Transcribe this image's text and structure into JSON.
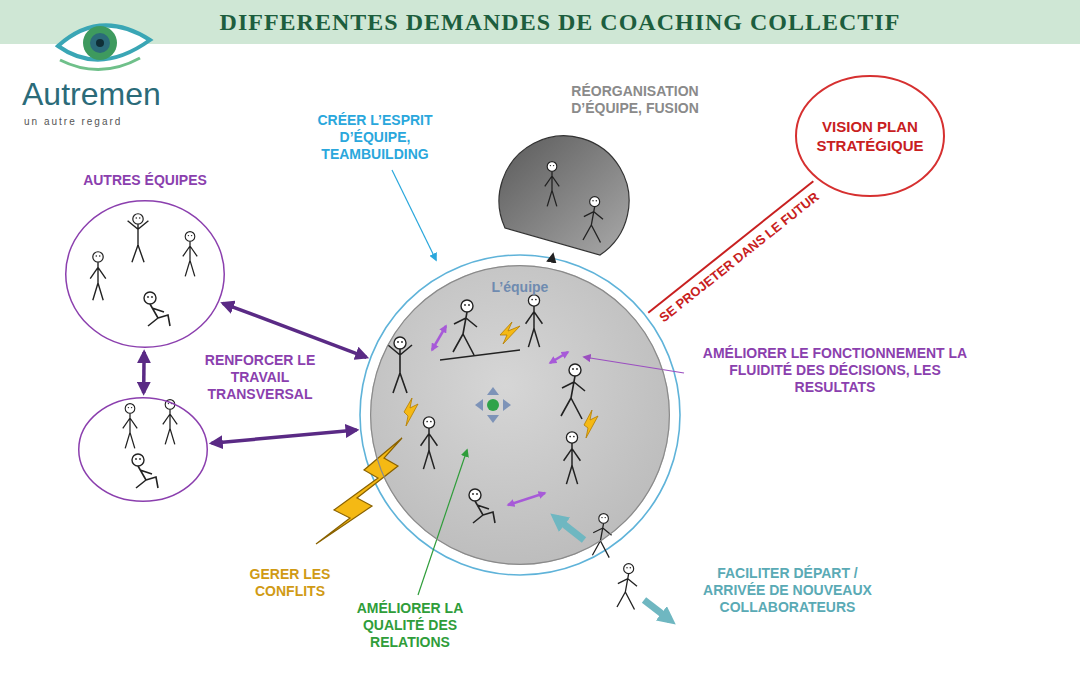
{
  "diagram": {
    "title": "DIFFERENTES DEMANDES DE COACHING COLLECTIF",
    "nodes": [
      {
        "text": [
          "L’équipe"
        ]
      },
      {
        "text": [
          "AUTRES ÉQUIPES"
        ]
      },
      {
        "text": []
      },
      {
        "text": [
          "RÉORGANISATION D’ÉQUIPE, FUSION"
        ]
      },
      {
        "text": [
          "VISION PLAN STRATÉGIQUE"
        ]
      }
    ],
    "edges": [
      {
        "from": 1,
        "to": 0,
        "arrow": "both"
      },
      {
        "from": 2,
        "to": 0,
        "arrow": "both"
      },
      {
        "from": 1,
        "to": 2,
        "arrow": "both"
      },
      {
        "from": 3,
        "to": 0,
        "arrow": "to"
      },
      {
        "from": 0,
        "to": 4,
        "arrow": "none",
        "label": "SE PROJETER DANS LE FUTUR"
      }
    ],
    "labels": [
      "Autremen",
      "un autre regard",
      "CRÉER L’ESPRIT D’ÉQUIPE, TEAMBUILDING",
      "RENFORCER LE TRAVAIL TRANSVERSAL",
      "AMÉLIORER LE FONCTIONNEMENT LA FLUIDITÉ DES DÉCISIONS, LES RESULTATS",
      "GERER LES CONFLITS",
      "AMÉLIORER LA QUALITÉ DES RELATIONS",
      "FACILITER DÉPART / ARRIVÉE DE NOUVEAUX COLLABORATEURS"
    ]
  }
}
